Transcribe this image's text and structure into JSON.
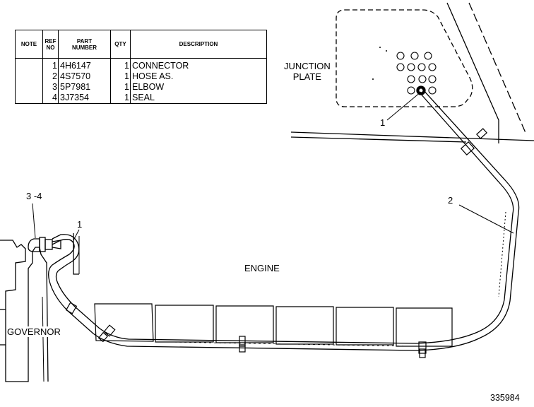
{
  "table": {
    "headers": [
      "NOTE",
      "REF NO",
      "PART NUMBER",
      "QTY",
      "DESCRIPTION"
    ],
    "rows": [
      {
        "note": "",
        "ref": "1",
        "part": "4H6147",
        "qty": "1",
        "desc": "CONNECTOR"
      },
      {
        "note": "",
        "ref": "2",
        "part": "4S7570",
        "qty": "1",
        "desc": "HOSE AS."
      },
      {
        "note": "",
        "ref": "3",
        "part": "5P7981",
        "qty": "1",
        "desc": "ELBOW"
      },
      {
        "note": "",
        "ref": "4",
        "part": "3J7354",
        "qty": "1",
        "desc": "SEAL"
      }
    ]
  },
  "labels": {
    "junction_line1": "JUNCTION",
    "junction_line2": "PLATE",
    "engine": "ENGINE",
    "governor": "GOVERNOR",
    "callout_1_top": "1",
    "callout_2": "2",
    "callout_1_left": "1",
    "callout_34": "3 -4",
    "figure_number": "335984"
  }
}
